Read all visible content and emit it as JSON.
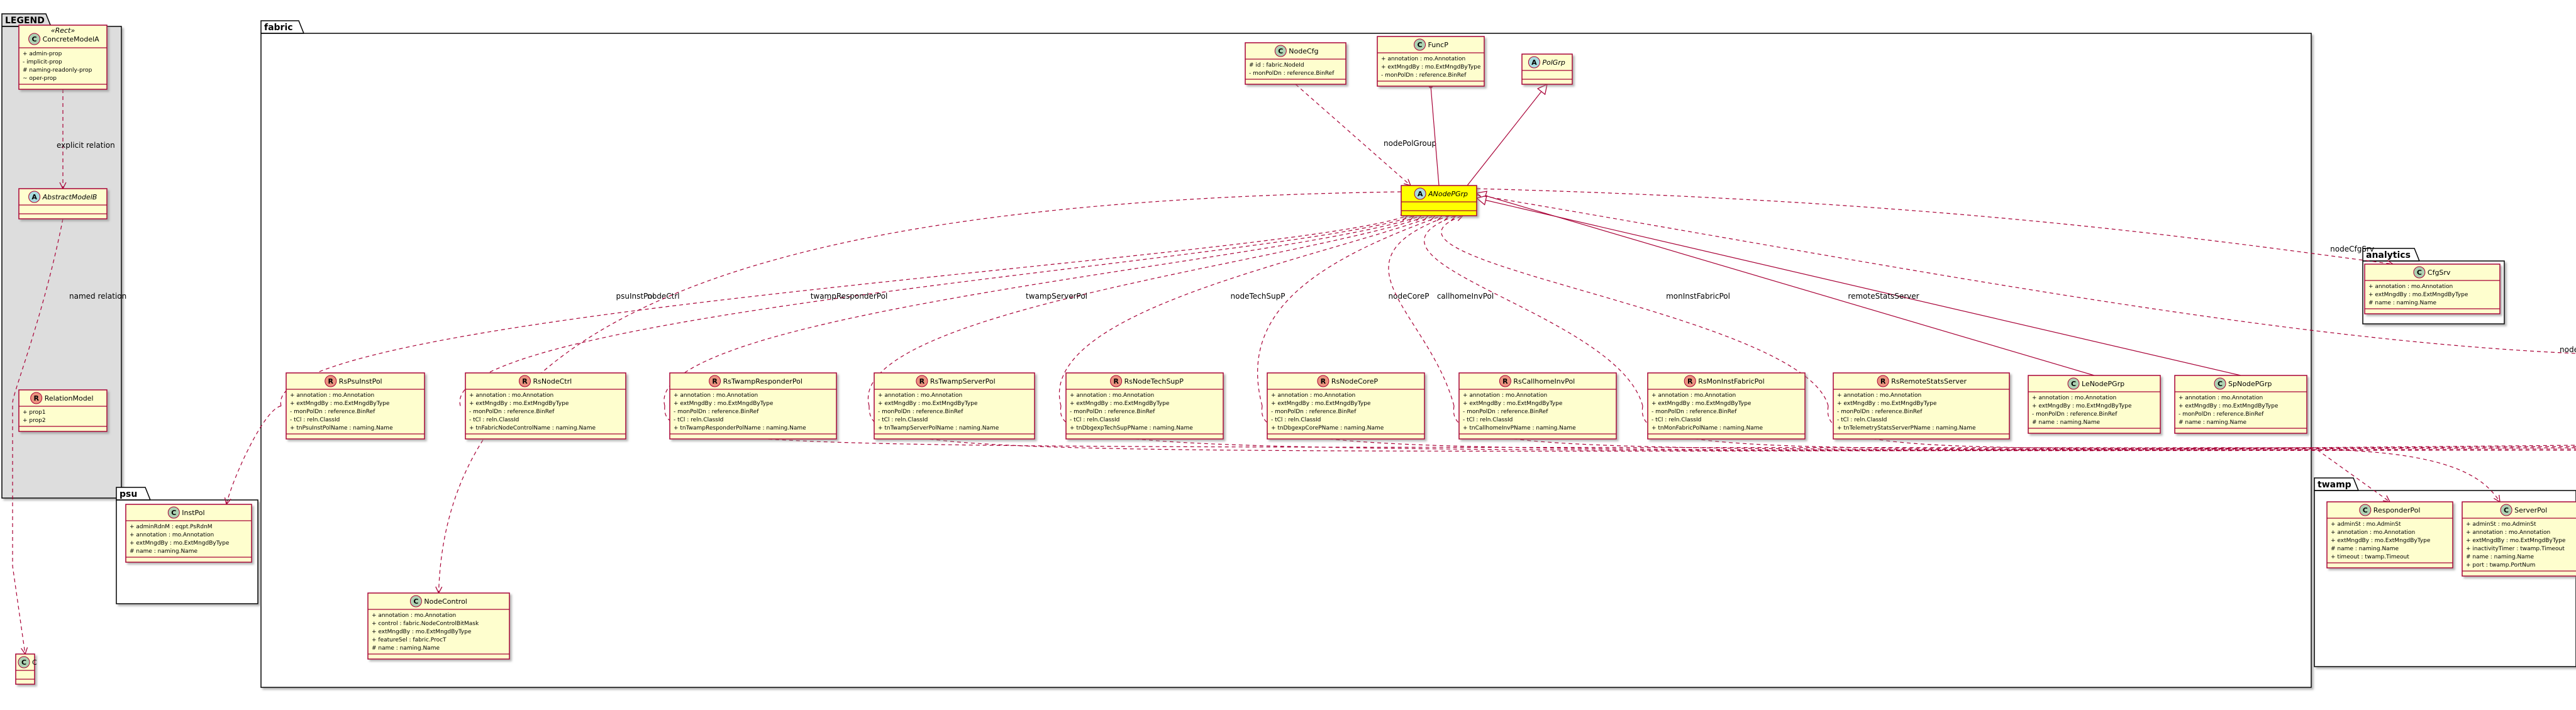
{
  "colors": {
    "class_fill": "#FEFECE",
    "class_stroke": "#A80036",
    "highlight_fill": "#FFFF00",
    "circle_C": "#ADD1B2",
    "circle_A": "#A9DCDF",
    "circle_R": "#EB937F",
    "legend_fill": "#DDDDDD",
    "edge": "#A80036"
  },
  "packages": [
    {
      "id": "legend",
      "label": "LEGEND"
    },
    {
      "id": "fabric",
      "label": "fabric"
    },
    {
      "id": "analytics",
      "label": "analytics"
    },
    {
      "id": "psu",
      "label": "psu"
    },
    {
      "id": "twamp",
      "label": "twamp"
    }
  ],
  "classes": [
    {
      "id": "ConcreteModelA",
      "name": "ConcreteModelA",
      "kind": "C",
      "stereotype": "«Rect»",
      "attrs": [
        "+ admin-prop",
        "- implicit-prop",
        "# naming-readonly-prop",
        "~ oper-prop"
      ]
    },
    {
      "id": "AbstractModelB",
      "name": "AbstractModelB",
      "kind": "A",
      "attrs": []
    },
    {
      "id": "RelationModel",
      "name": "RelationModel",
      "kind": "R",
      "attrs": [
        "+ prop1",
        "+ prop2"
      ]
    },
    {
      "id": "C",
      "name": "C",
      "kind": "C",
      "attrs": []
    },
    {
      "id": "NodeCfg",
      "name": "NodeCfg",
      "kind": "C",
      "attrs": [
        "# id : fabric.NodeId",
        "- monPolDn : reference.BinRef"
      ]
    },
    {
      "id": "FuncP",
      "name": "FuncP",
      "kind": "C",
      "attrs": [
        "+ annotation : mo.Annotation",
        "+ extMngdBy : mo.ExtMngdByType",
        "- monPolDn : reference.BinRef"
      ]
    },
    {
      "id": "PolGrp",
      "name": "PolGrp",
      "kind": "A",
      "attrs": []
    },
    {
      "id": "ANodePGrp",
      "name": "ANodePGrp",
      "kind": "A",
      "attrs": []
    },
    {
      "id": "CfgSrv",
      "name": "CfgSrv",
      "kind": "C",
      "attrs": [
        "+ annotation : mo.Annotation",
        "+ extMngdBy : mo.ExtMngdByType",
        "# name : naming.Name"
      ]
    },
    {
      "id": "RsPsuInstPol",
      "name": "RsPsuInstPol",
      "kind": "R",
      "attrs": [
        "+ annotation : mo.Annotation",
        "+ extMngdBy : mo.ExtMngdByType",
        "- monPolDn : reference.BinRef",
        "- tCl : reln.ClassId",
        "+ tnPsuInstPolName : naming.Name"
      ]
    },
    {
      "id": "RsNodeCtrl",
      "name": "RsNodeCtrl",
      "kind": "R",
      "attrs": [
        "+ annotation : mo.Annotation",
        "+ extMngdBy : mo.ExtMngdByType",
        "- monPolDn : reference.BinRef",
        "- tCl : reln.ClassId",
        "+ tnFabricNodeControlName : naming.Name"
      ]
    },
    {
      "id": "RsTwampResponderPol",
      "name": "RsTwampResponderPol",
      "kind": "R",
      "attrs": [
        "+ annotation : mo.Annotation",
        "+ extMngdBy : mo.ExtMngdByType",
        "- monPolDn : reference.BinRef",
        "- tCl : reln.ClassId",
        "+ tnTwampResponderPolName : naming.Name"
      ]
    },
    {
      "id": "RsTwampServerPol",
      "name": "RsTwampServerPol",
      "kind": "R",
      "attrs": [
        "+ annotation : mo.Annotation",
        "+ extMngdBy : mo.ExtMngdByType",
        "- monPolDn : reference.BinRef",
        "- tCl : reln.ClassId",
        "+ tnTwampServerPolName : naming.Name"
      ]
    },
    {
      "id": "RsNodeTechSupP",
      "name": "RsNodeTechSupP",
      "kind": "R",
      "attrs": [
        "+ annotation : mo.Annotation",
        "+ extMngdBy : mo.ExtMngdByType",
        "- monPolDn : reference.BinRef",
        "- tCl : reln.ClassId",
        "+ tnDbgexpTechSupPName : naming.Name"
      ]
    },
    {
      "id": "RsNodeCoreP",
      "name": "RsNodeCoreP",
      "kind": "R",
      "attrs": [
        "+ annotation : mo.Annotation",
        "+ extMngdBy : mo.ExtMngdByType",
        "- monPolDn : reference.BinRef",
        "- tCl : reln.ClassId",
        "+ tnDbgexpCorePName : naming.Name"
      ]
    },
    {
      "id": "RsCallhomeInvPol",
      "name": "RsCallhomeInvPol",
      "kind": "R",
      "attrs": [
        "+ annotation : mo.Annotation",
        "+ extMngdBy : mo.ExtMngdByType",
        "- monPolDn : reference.BinRef",
        "- tCl : reln.ClassId",
        "+ tnCallhomeInvPName : naming.Name"
      ]
    },
    {
      "id": "RsMonInstFabricPol",
      "name": "RsMonInstFabricPol",
      "kind": "R",
      "attrs": [
        "+ annotation : mo.Annotation",
        "+ extMngdBy : mo.ExtMngdByType",
        "- monPolDn : reference.BinRef",
        "- tCl : reln.ClassId",
        "+ tnMonFabricPolName : naming.Name"
      ]
    },
    {
      "id": "RsRemoteStatsServer",
      "name": "RsRemoteStatsServer",
      "kind": "R",
      "attrs": [
        "+ annotation : mo.Annotation",
        "+ extMngdBy : mo.ExtMngdByType",
        "- monPolDn : reference.BinRef",
        "- tCl : reln.ClassId",
        "+ tnTelemetryStatsServerPName : naming.Name"
      ]
    },
    {
      "id": "LeNodePGrp",
      "name": "LeNodePGrp",
      "kind": "C",
      "attrs": [
        "+ annotation : mo.Annotation",
        "+ extMngdBy : mo.ExtMngdByType",
        "- monPolDn : reference.BinRef",
        "# name : naming.Name"
      ]
    },
    {
      "id": "SpNodePGrp",
      "name": "SpNodePGrp",
      "kind": "C",
      "attrs": [
        "+ annotation : mo.Annotation",
        "+ extMngdBy : mo.ExtMngdByType",
        "- monPolDn : reference.BinRef",
        "# name : naming.Name"
      ]
    },
    {
      "id": "InstPol",
      "name": "InstPol",
      "kind": "C",
      "attrs": [
        "+ adminRdnM : eqpt.PsRdnM",
        "+ annotation : mo.Annotation",
        "+ extMngdBy : mo.ExtMngdByType",
        "# name : naming.Name"
      ]
    },
    {
      "id": "NodeControl",
      "name": "NodeControl",
      "kind": "C",
      "attrs": [
        "+ annotation : mo.Annotation",
        "+ control : fabric.NodeControlBitMask",
        "+ extMngdBy : mo.ExtMngdByType",
        "+ featureSel : fabric.ProcT",
        "# name : naming.Name"
      ]
    },
    {
      "id": "ResponderPol",
      "name": "ResponderPol",
      "kind": "C",
      "attrs": [
        "+ adminSt : mo.AdminSt",
        "+ annotation : mo.Annotation",
        "+ extMngdBy : mo.ExtMngdByType",
        "# name : naming.Name",
        "+ timeout : twamp.Timeout"
      ]
    },
    {
      "id": "ServerPol",
      "name": "ServerPol",
      "kind": "C",
      "attrs": [
        "+ adminSt : mo.AdminSt",
        "+ annotation : mo.Annotation",
        "+ extMngdBy : mo.ExtMngdByType",
        "+ inactivityTimer : twamp.Timeout",
        "# name : naming.Name",
        "+ port : twamp.PortNum"
      ]
    }
  ],
  "relations": [
    {
      "label": "explicit relation"
    },
    {
      "label": "named relation"
    },
    {
      "label": "nodePolGroup"
    },
    {
      "label": "psuInstPol"
    },
    {
      "label": "nodeCtrl"
    },
    {
      "label": "twampResponderPol"
    },
    {
      "label": "twampServerPol"
    },
    {
      "label": "nodeTechSupP"
    },
    {
      "label": "nodeCoreP"
    },
    {
      "label": "callhomeInvPol"
    },
    {
      "label": "monInstFabricPol"
    },
    {
      "label": "remoteStatsServer"
    },
    {
      "label": "nodeCfgSrv"
    },
    {
      "label": "node"
    }
  ]
}
